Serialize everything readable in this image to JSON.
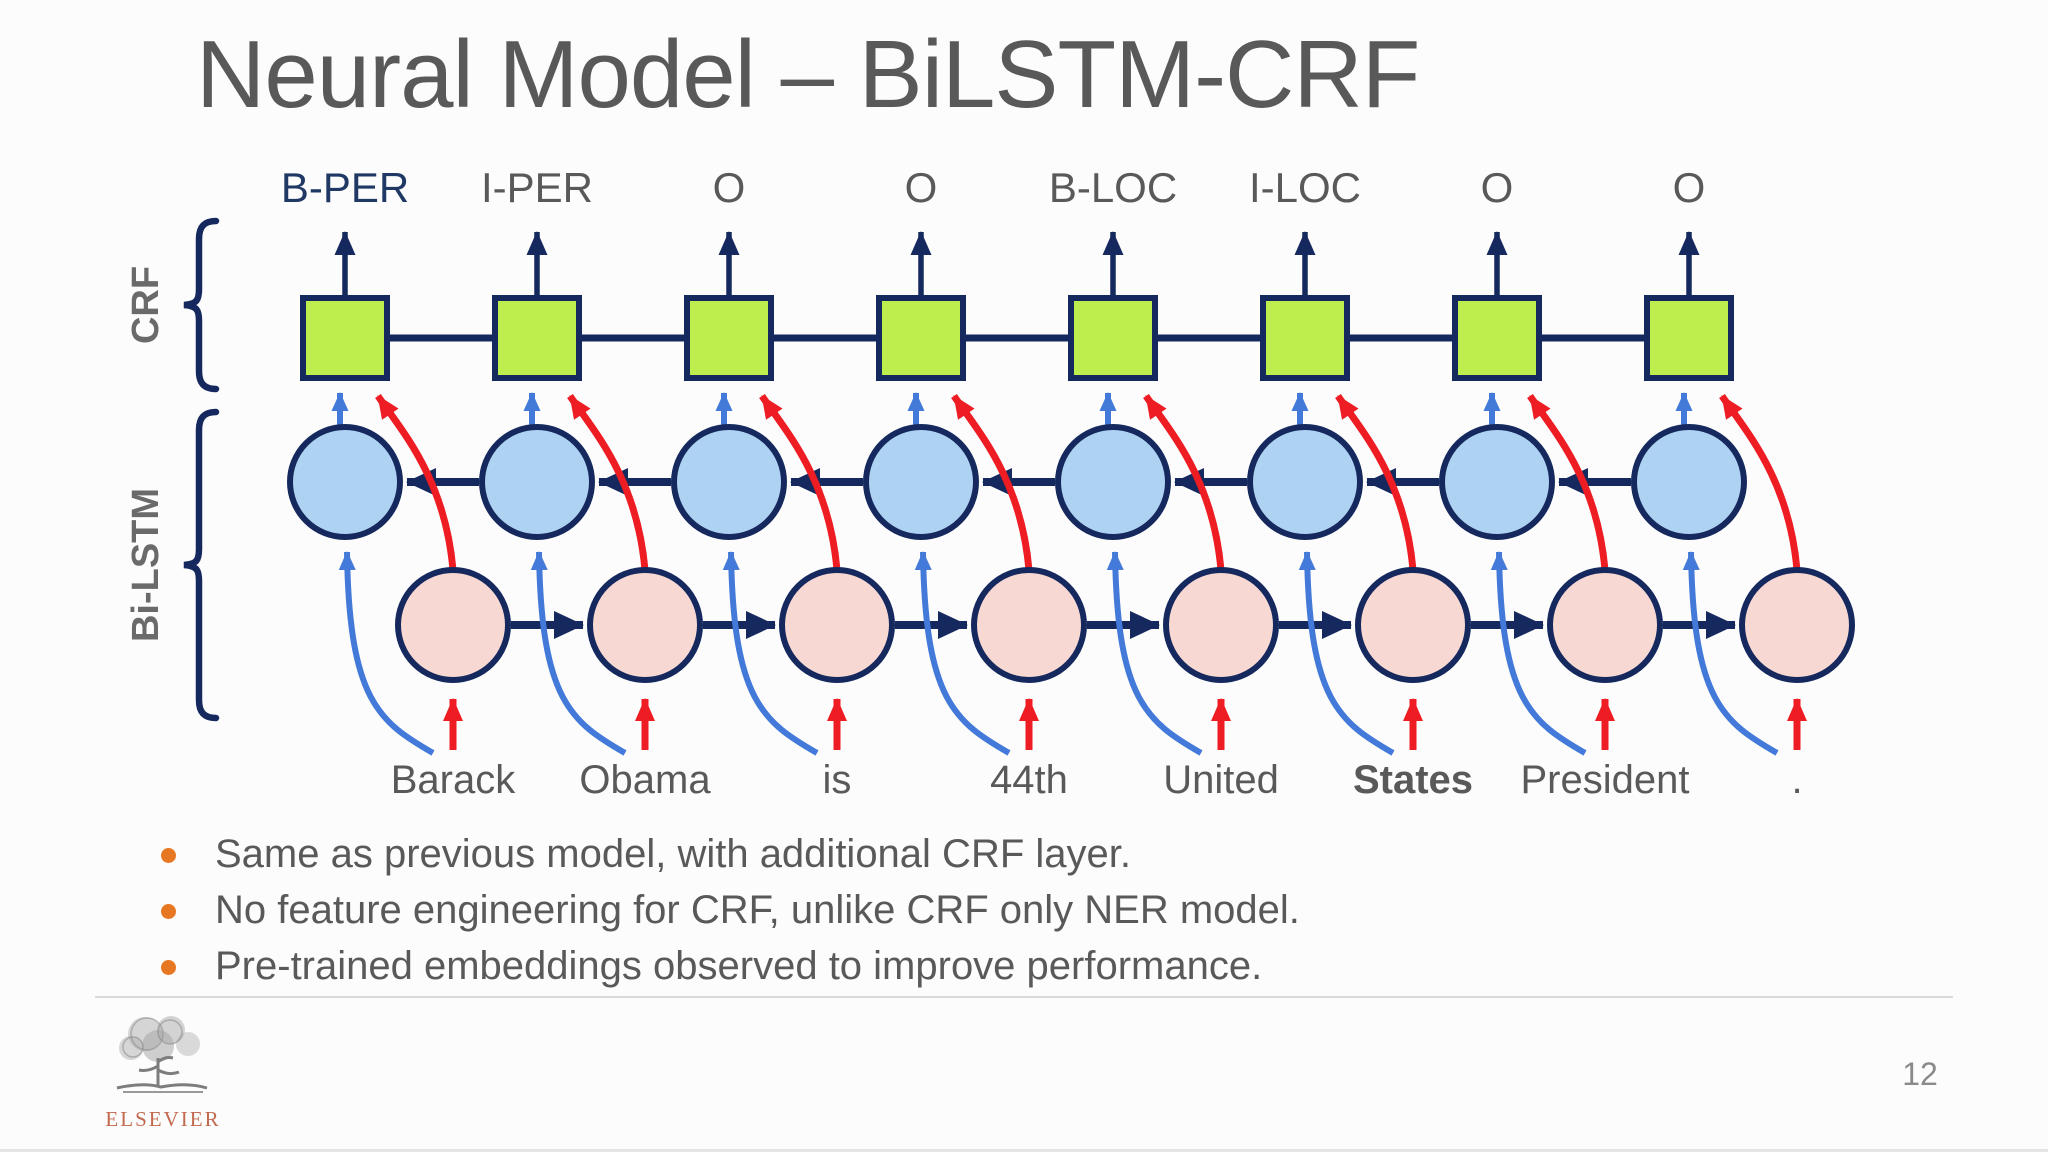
{
  "slide": {
    "title": "Neural Model – BiLSTM-CRF",
    "page_number": "12",
    "logo_text": "ELSEVIER"
  },
  "bullets": [
    "Same as previous model, with additional CRF layer.",
    "No feature engineering for CRF, unlike CRF only NER model.",
    "Pre-trained embeddings observed to improve performance."
  ],
  "diagram": {
    "layer_labels": [
      {
        "label": "CRF"
      },
      {
        "label": "Bi-LSTM"
      }
    ],
    "columns": [
      {
        "tag": "B-PER",
        "word": "Barack",
        "tag_highlight": true,
        "word_bold": false
      },
      {
        "tag": "I-PER",
        "word": "Obama",
        "tag_highlight": false,
        "word_bold": false
      },
      {
        "tag": "O",
        "word": "is",
        "tag_highlight": false,
        "word_bold": false
      },
      {
        "tag": "O",
        "word": "44th",
        "tag_highlight": false,
        "word_bold": false
      },
      {
        "tag": "B-LOC",
        "word": "United",
        "tag_highlight": false,
        "word_bold": false
      },
      {
        "tag": "I-LOC",
        "word": "States",
        "tag_highlight": false,
        "word_bold": true
      },
      {
        "tag": "O",
        "word": "President",
        "tag_highlight": false,
        "word_bold": false
      },
      {
        "tag": "O",
        "word": ".",
        "tag_highlight": false,
        "word_bold": false
      }
    ],
    "colors": {
      "navy": "#16295e",
      "tag_highlight": "#1f3864",
      "text_gray": "#595959",
      "layer_label_gray": "#6a6a6a",
      "green_fill": "#bdee4e",
      "blue_fill": "#aed2f2",
      "pink_fill": "#f8d8d3",
      "red": "#ee1c23",
      "mid_blue": "#4379d9",
      "bullet_orange": "#e87722",
      "elsevier_orange": "#c2694e",
      "divider_gray": "#d9d9d9",
      "page_gray": "#8a8a8a"
    }
  }
}
